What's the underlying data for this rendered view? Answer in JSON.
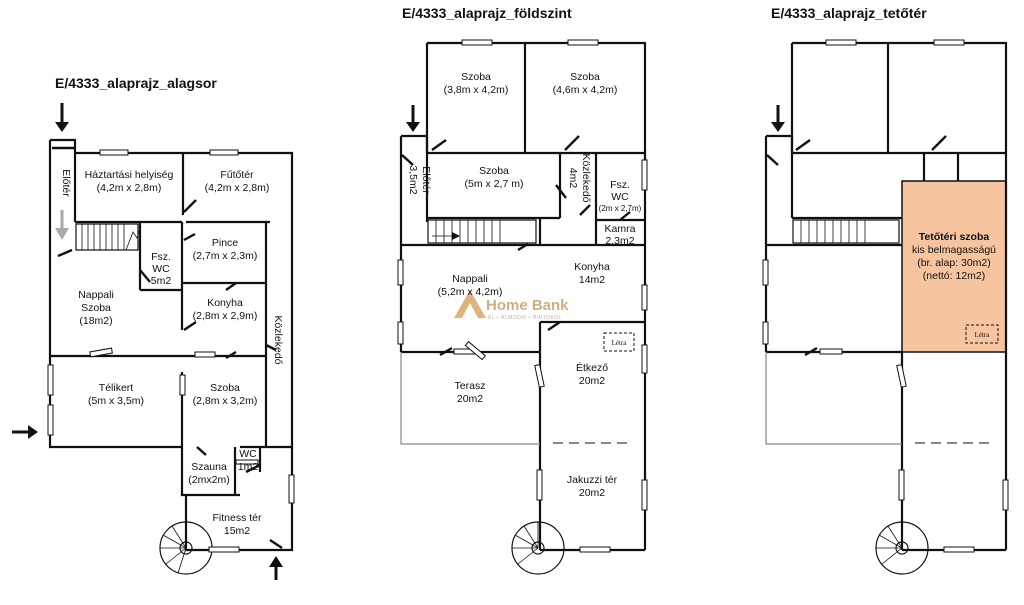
{
  "titles": {
    "basement": "E/4333_alaprajz_alagsor",
    "ground": "E/4333_alaprajz_földszint",
    "attic": "E/4333_alaprajz_tetőtér"
  },
  "basement": {
    "eloter": "Előtér",
    "haztartasi_1": "Háztartási helyiség",
    "haztartasi_2": "(4,2m x 2,8m)",
    "futoter_1": "Fűtőtér",
    "futoter_2": "(4,2m x 2,8m)",
    "fsz_wc_1": "Fsz.",
    "fsz_wc_2": "WC",
    "fsz_wc_3": "5m2",
    "pince_1": "Pince",
    "pince_2": "(2,7m x 2,3m)",
    "nappali_1": "Nappali",
    "nappali_2": "Szoba",
    "nappali_3": "(18m2)",
    "konyha_1": "Konyha",
    "konyha_2": "(2,8m x 2,9m)",
    "kozlekedo": "Közlekedő",
    "telikert_1": "Télikert",
    "telikert_2": "(5m x 3,5m)",
    "szoba_1": "Szoba",
    "szoba_2": "(2,8m x 3,2m)",
    "szauna_1": "Szauna",
    "szauna_2": "(2mx2m)",
    "wc_1": "WC",
    "wc_2": "1m2",
    "fitness_1": "Fitness tér",
    "fitness_2": "15m2"
  },
  "ground": {
    "szoba1_1": "Szoba",
    "szoba1_2": "(3,8m x 4,2m)",
    "szoba2_1": "Szoba",
    "szoba2_2": "(4,6m x 4,2m)",
    "eloter_1": "Előtér",
    "eloter_2": "3,5m2",
    "szoba3_1": "Szoba",
    "szoba3_2": "(5m x 2,7 m)",
    "kozlekedo_1": "Közlekedő",
    "kozlekedo_2": "4m2",
    "fsz_wc_1": "Fsz.",
    "fsz_wc_2": "WC",
    "fsz_wc_3": "(2m x 2,7m)",
    "kamra_1": "Kamra",
    "kamra_2": "2,3m2",
    "nappali_1": "Nappali",
    "nappali_2": "(5,2m x 4,2m)",
    "konyha_1": "Konyha",
    "konyha_2": "14m2",
    "letra": "Létra",
    "terasz_1": "Terasz",
    "terasz_2": "20m2",
    "etkezo_1": "Étkező",
    "etkezo_2": "20m2",
    "jakuzzi_1": "Jakuzzi tér",
    "jakuzzi_2": "20m2"
  },
  "attic": {
    "room_1": "Tetőtéri szoba",
    "room_2": "kis belmagasságú",
    "room_3": "(br. alap: 30m2)",
    "room_4": "(nettó: 12m2)",
    "letra": "Létra",
    "highlight_color": "#f6c49e"
  },
  "watermark": {
    "name": "Home Bank",
    "tagline": "ÉL • ÁLMODIK • BIRTOKOL",
    "color": "#c8a06a"
  }
}
